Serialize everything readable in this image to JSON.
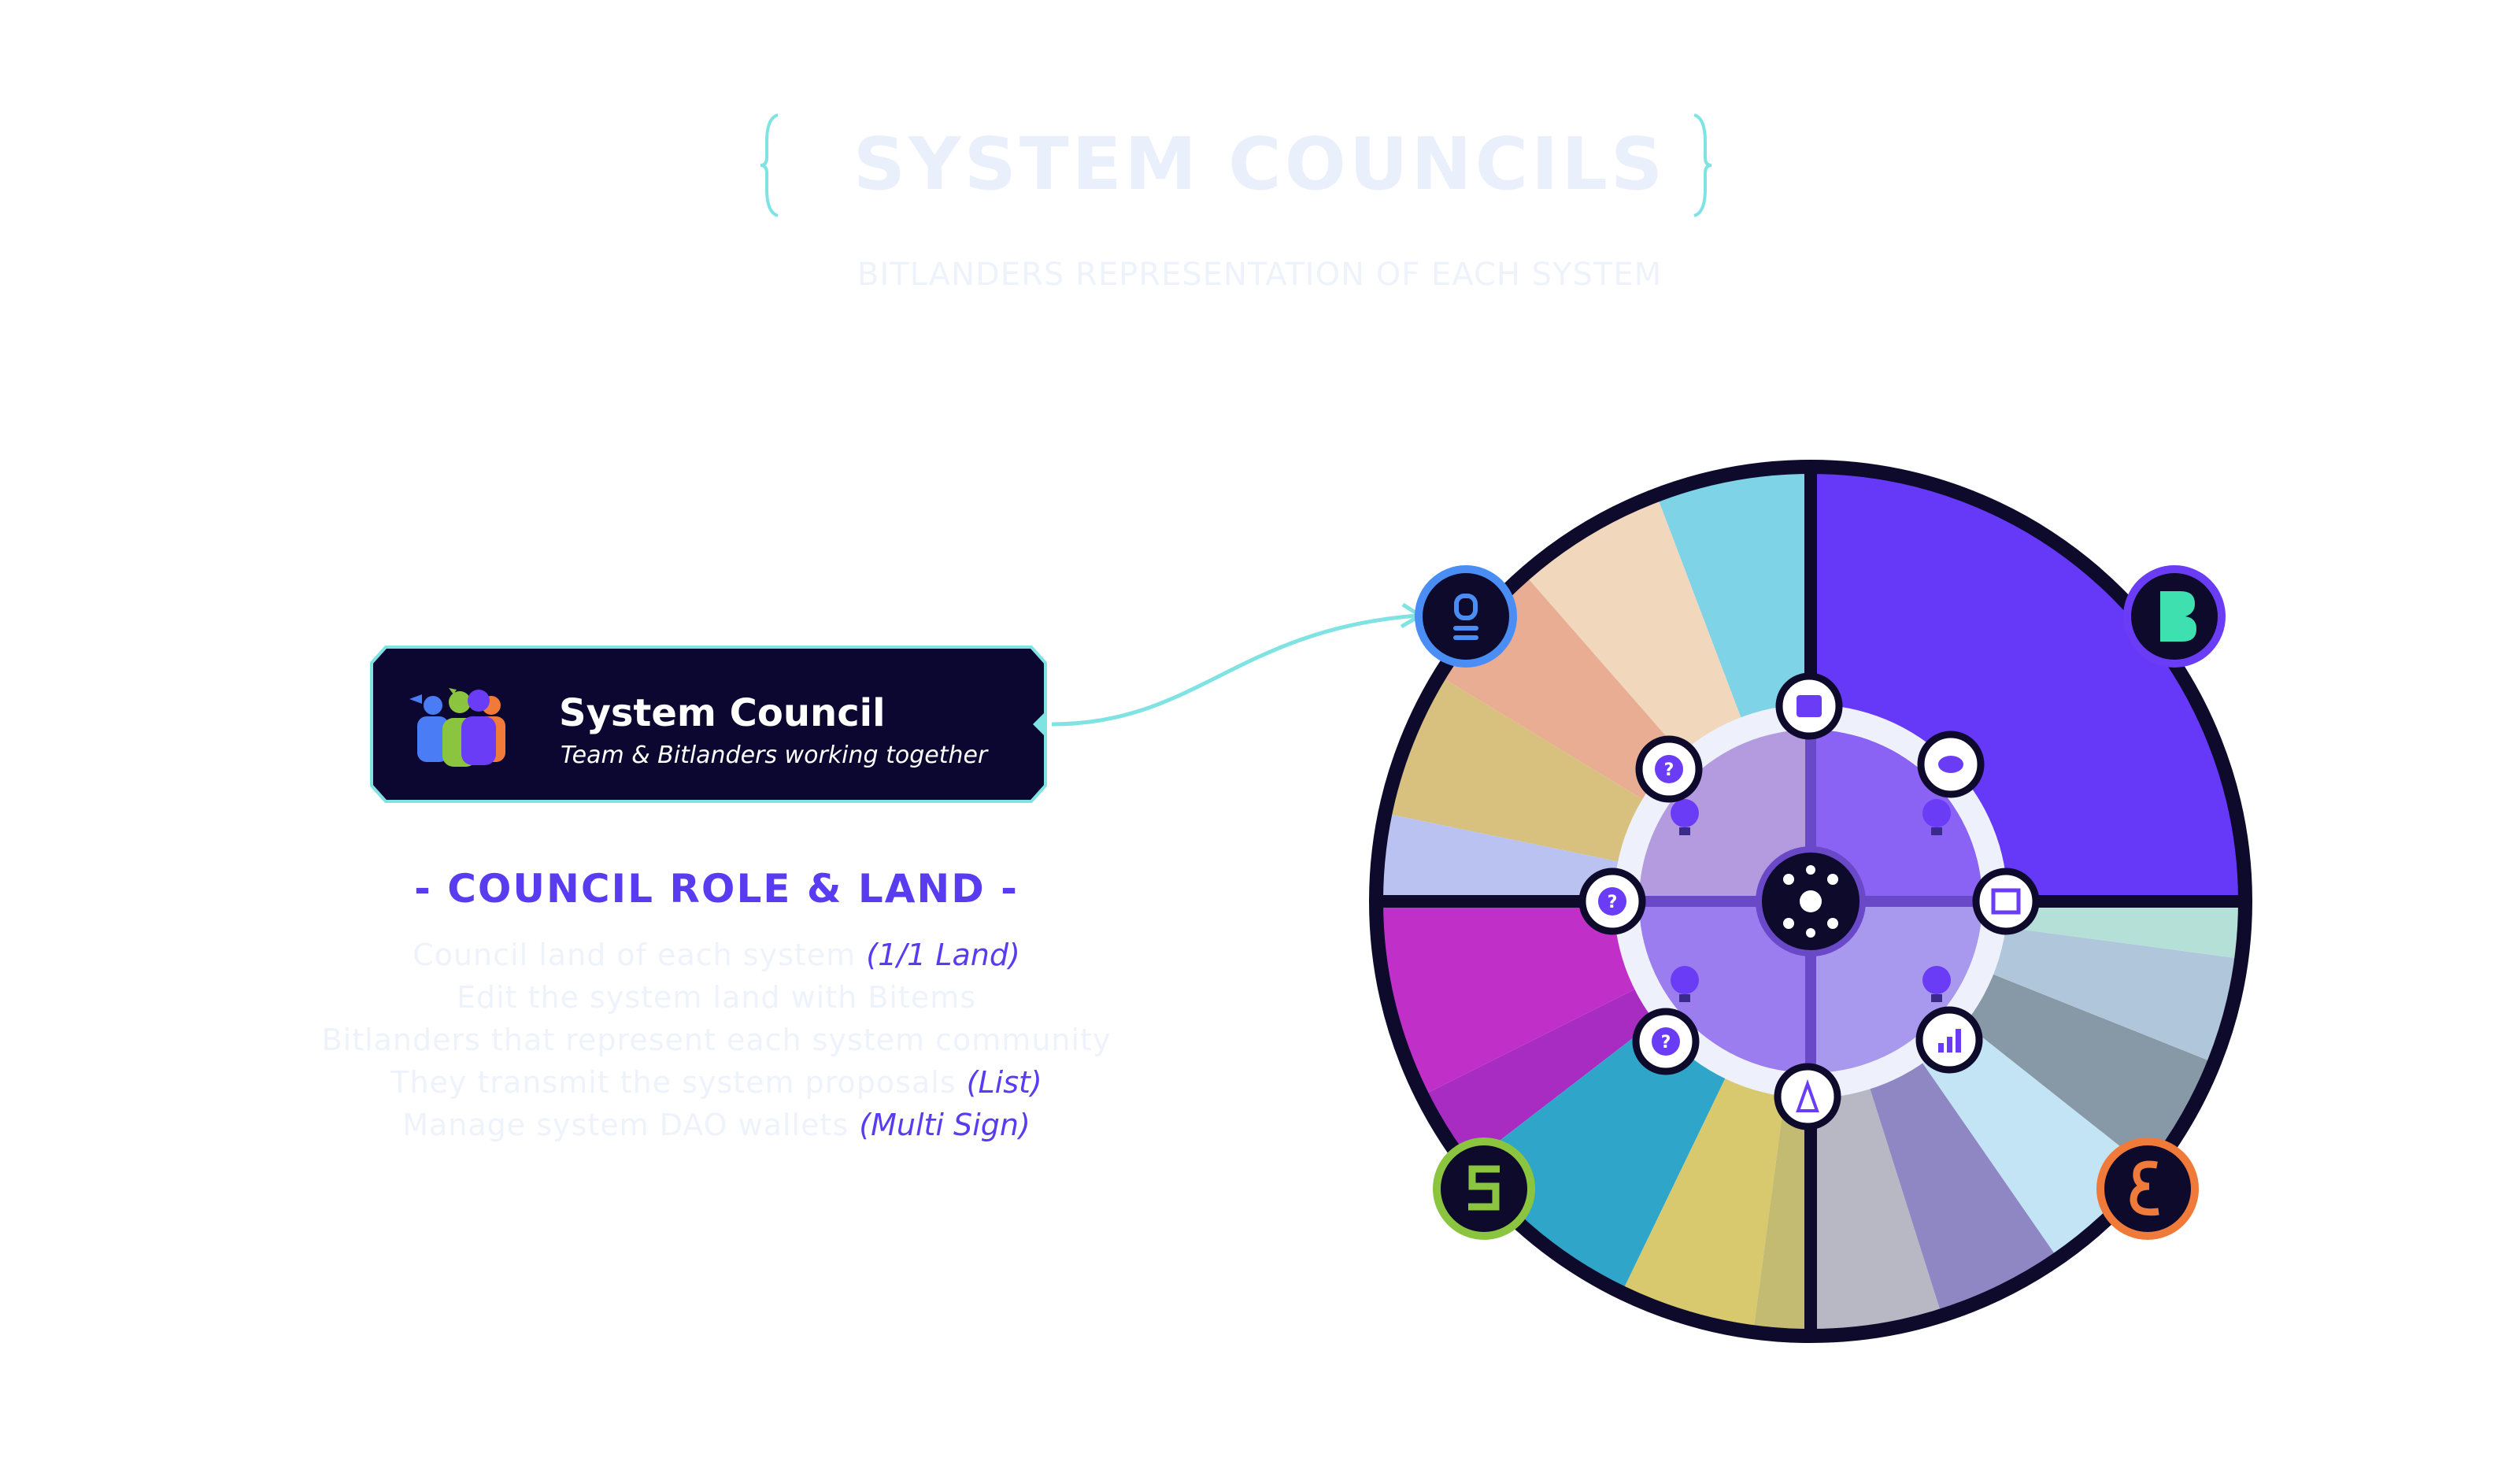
{
  "header": {
    "title": "SYSTEM COUNCILS",
    "subtitle": "BITLANDERS REPRESENTATION OF EACH SYSTEM"
  },
  "council_card": {
    "title": "System Council",
    "subtitle": "Team & Bitlanders working together"
  },
  "role": {
    "heading": "- COUNCIL ROLE & LAND -",
    "items": [
      {
        "text": "Council land of each system ",
        "tag": "(1/1 Land)"
      },
      {
        "text": "Edit the system land with Bitems",
        "tag": ""
      },
      {
        "text": "Bitlanders that represent each system community",
        "tag": ""
      },
      {
        "text": "They transmit the system proposals ",
        "tag": "(List)"
      },
      {
        "text": "Manage system DAO wallets ",
        "tag": "(Multi Sign)"
      }
    ]
  },
  "diagram": {
    "outer_ring_color": "#0d0a2b",
    "accent_color": "#6a3cf5",
    "link_color": "#7fe3e3",
    "corner_badges": [
      "blue-system-badge",
      "b-system-badge",
      "s-system-badge",
      "e-system-badge"
    ],
    "node_icons": [
      "cards-icon",
      "mask-icon",
      "frame-icon",
      "chart-icon",
      "tower-icon",
      "question-icon",
      "question-icon",
      "question-icon"
    ],
    "node_labels": [
      "?",
      "?",
      "?"
    ],
    "colors": {
      "quadrant_top_right": "#6638f7",
      "magenta": "#c030c8",
      "teal": "#2fa6c9",
      "yellow": "#d8c86e",
      "light_blue": "#7fd3e6",
      "peach": "#e9ad94",
      "tan": "#d8c07f",
      "lavender": "#b9c2f0",
      "mint": "#b4e0d8",
      "slate": "#8798a6"
    }
  }
}
